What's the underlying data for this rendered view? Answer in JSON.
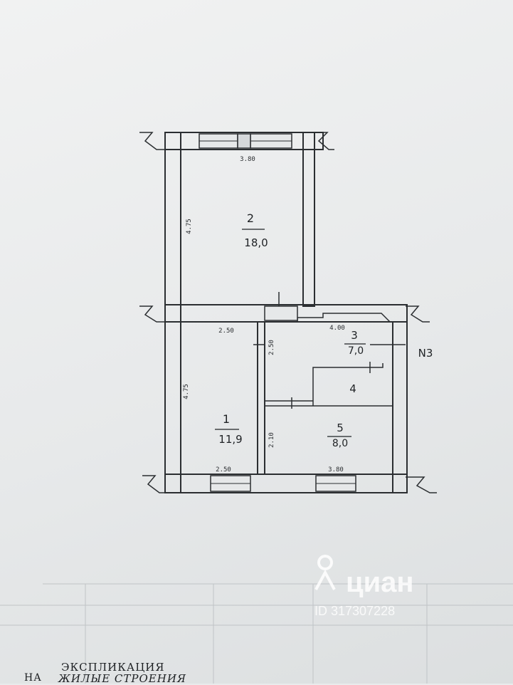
{
  "rooms": [
    {
      "number": "2",
      "area": "18,0"
    },
    {
      "number": "1",
      "area": "11,9"
    },
    {
      "number": "3",
      "area": "7,0"
    },
    {
      "number": "4",
      "area": ""
    },
    {
      "number": "5",
      "area": "8,0"
    }
  ],
  "dimensions": {
    "room2_width": "3.80",
    "room2_height": "4.75",
    "room1_top": "2.50",
    "room1_height": "4.75",
    "room1_bottom": "2.50",
    "corridor_height": "2.50",
    "room3_width": "4.00",
    "room5_height": "2.10",
    "room5_width": "3.80"
  },
  "entrance_label": "N3",
  "footer": {
    "line1": "ЭКСПЛИКАЦИЯ",
    "line2_prefix": "НА",
    "line2": "ЖИЛЫЕ СТРОЕНИЯ"
  },
  "watermark": {
    "brand": "циан",
    "id": "ID 317307228"
  },
  "colors": {
    "ink": "#1f2225",
    "wall": "#2b2e31",
    "paper": "#eceeef"
  }
}
